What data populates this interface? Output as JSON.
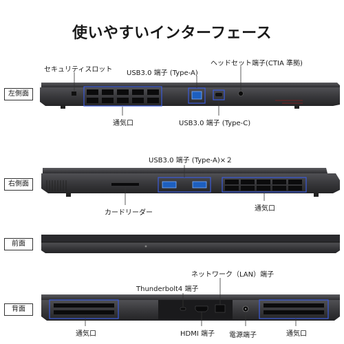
{
  "title": "使いやすいインターフェース",
  "sides": {
    "left": "左側面",
    "right": "右側面",
    "front": "前面",
    "back": "背面"
  },
  "left": {
    "security_slot": "セキュリティスロット",
    "usb_a": "USB3.0 端子 (Type-A)",
    "headset": "ヘッドセット端子(CTIA 準拠)",
    "vent": "通気口",
    "usb_c": "USB3.0 端子 (Type-C)"
  },
  "right": {
    "usb_a_x2": "USB3.0 端子 (Type-A)×２",
    "card_reader": "カードリーダー",
    "vent": "通気口"
  },
  "back": {
    "lan": "ネットワーク（LAN）端子",
    "thunderbolt": "Thunderbolt4 端子",
    "vent_left": "通気口",
    "vent_right": "通気口",
    "hdmi": "HDMI 端子",
    "power": "電源端子"
  },
  "colors": {
    "chassis": "#3a3a3c",
    "chassis_dark": "#1f1f21",
    "highlight_box": "#3b5bdb",
    "usb_blue": "#2f7de1"
  }
}
